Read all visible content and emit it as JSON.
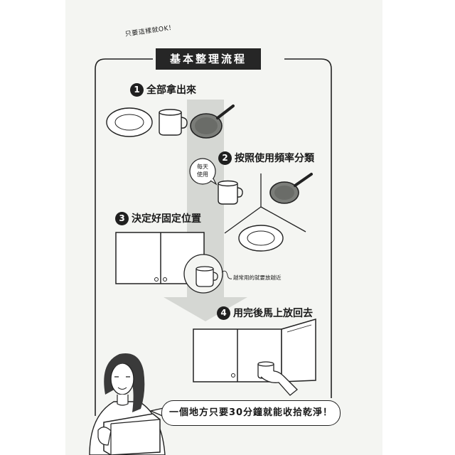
{
  "tagline": "只要這樣就OK！",
  "title": "基本整理流程",
  "steps": [
    {
      "num": "1",
      "label": "全部拿出來"
    },
    {
      "num": "2",
      "label": "按照使用頻率分類"
    },
    {
      "num": "3",
      "label": "決定好固定位置"
    },
    {
      "num": "4",
      "label": "用完後馬上放回去"
    }
  ],
  "daily_bubble": {
    "line1": "每天",
    "line2": "使用"
  },
  "cabinet_note": "越常用的就要放越近",
  "bottom_speech": "一個地方只要30分鐘就能收拾乾淨！"
}
